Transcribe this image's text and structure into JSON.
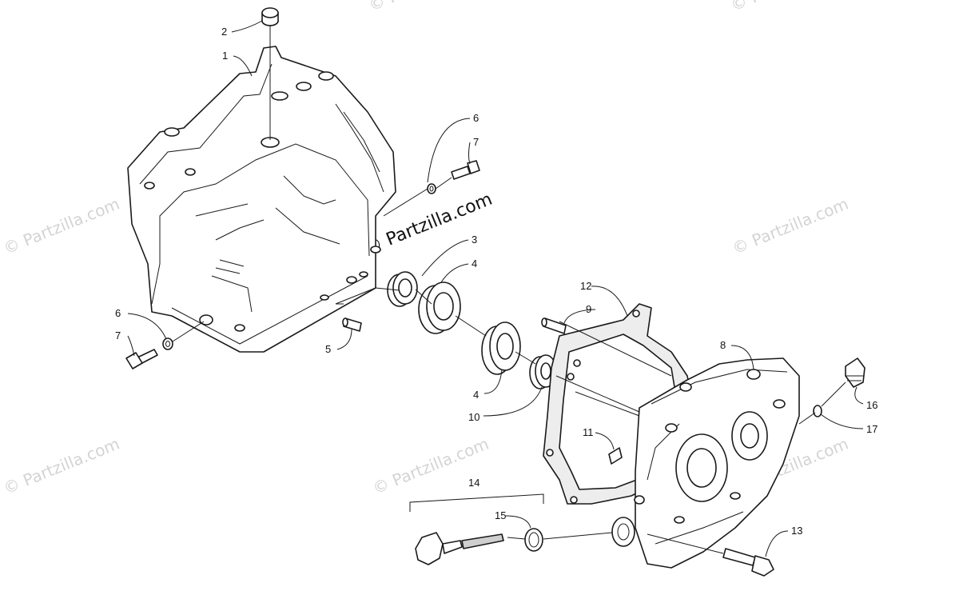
{
  "diagram": {
    "watermark_main": "© Partzilla.com",
    "watermark_faint": "© Partzilla.com",
    "callouts": [
      {
        "id": "c1",
        "label": "1"
      },
      {
        "id": "c2",
        "label": "2"
      },
      {
        "id": "c3",
        "label": "3"
      },
      {
        "id": "c4a",
        "label": "4"
      },
      {
        "id": "c4b",
        "label": "4"
      },
      {
        "id": "c5",
        "label": "5"
      },
      {
        "id": "c6a",
        "label": "6"
      },
      {
        "id": "c6b",
        "label": "6"
      },
      {
        "id": "c7a",
        "label": "7"
      },
      {
        "id": "c7b",
        "label": "7"
      },
      {
        "id": "c8",
        "label": "8"
      },
      {
        "id": "c9",
        "label": "9"
      },
      {
        "id": "c10",
        "label": "10"
      },
      {
        "id": "c11",
        "label": "11"
      },
      {
        "id": "c12",
        "label": "12"
      },
      {
        "id": "c13",
        "label": "13"
      },
      {
        "id": "c14",
        "label": "14"
      },
      {
        "id": "c15",
        "label": "15"
      },
      {
        "id": "c16",
        "label": "16"
      },
      {
        "id": "c17",
        "label": "17"
      }
    ]
  }
}
